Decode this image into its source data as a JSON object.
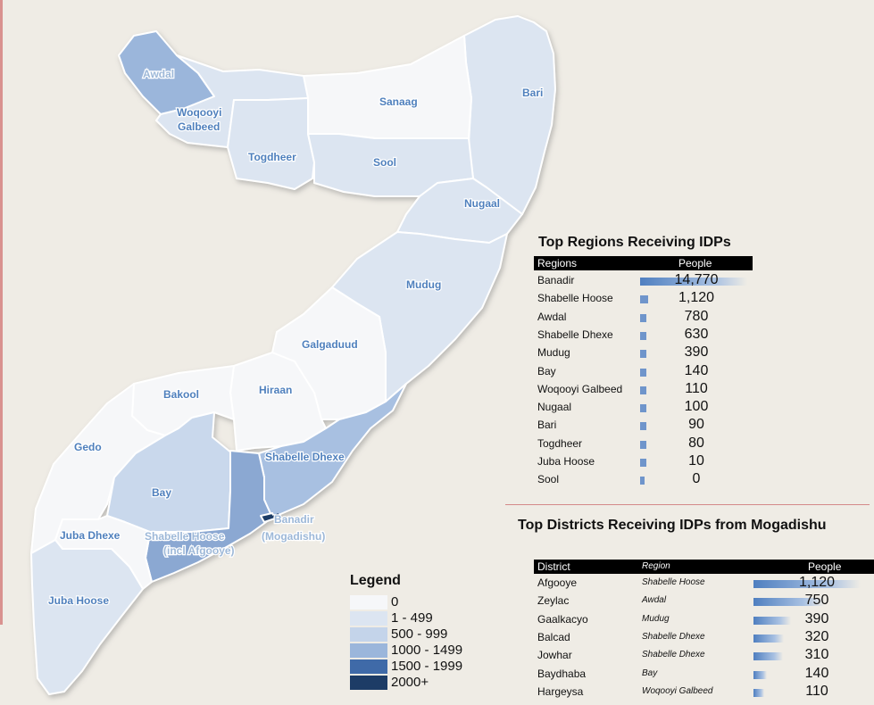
{
  "colors": {
    "c0": "#f6f7f9",
    "c1": "#dce5f1",
    "c2": "#c4d4ea",
    "c3": "#9bb6db",
    "c4": "#3f6aa8",
    "c5": "#1d3c66",
    "bay_fill": "#c9d8ec",
    "shabelle_hoose_fill": "#8ba8d2",
    "shabelle_dhexe_fill": "#a8c0e1"
  },
  "map": {
    "labels": {
      "awdal": "Awdal",
      "woqooyi_1": "Woqooyi",
      "woqooyi_2": "Galbeed",
      "togdheer": "Togdheer",
      "sanaag": "Sanaag",
      "sool": "Sool",
      "bari": "Bari",
      "nugaal": "Nugaal",
      "mudug": "Mudug",
      "galgaduud": "Galgaduud",
      "bakool": "Bakool",
      "hiraan": "Hiraan",
      "gedo": "Gedo",
      "bay": "Bay",
      "shabelle_dhexe": "Shabelle Dhexe",
      "shabelle_hoose_1": "Shabelle Hoose",
      "shabelle_hoose_2": "(incl Afgooye)",
      "banadir_1": "Banadir",
      "banadir_2": "(Mogadishu)",
      "juba_dhexe": "Juba Dhexe",
      "juba_hoose": "Juba Hoose"
    }
  },
  "regions_table": {
    "title": "Top Regions Receiving IDPs",
    "header_name": "Regions",
    "header_value": "People",
    "rows": [
      {
        "name": "Banadir",
        "value": "14,770",
        "n": 14770
      },
      {
        "name": "Shabelle Hoose",
        "value": "1,120",
        "n": 1120
      },
      {
        "name": "Awdal",
        "value": "780",
        "n": 780
      },
      {
        "name": "Shabelle Dhexe",
        "value": "630",
        "n": 630
      },
      {
        "name": "Mudug",
        "value": "390",
        "n": 390
      },
      {
        "name": "Bay",
        "value": "140",
        "n": 140
      },
      {
        "name": "Woqooyi Galbeed",
        "value": "110",
        "n": 110
      },
      {
        "name": "Nugaal",
        "value": "100",
        "n": 100
      },
      {
        "name": "Bari",
        "value": "90",
        "n": 90
      },
      {
        "name": "Togdheer",
        "value": "80",
        "n": 80
      },
      {
        "name": "Juba Hoose",
        "value": "10",
        "n": 10
      },
      {
        "name": "Sool",
        "value": "0",
        "n": 0
      }
    ]
  },
  "districts_table": {
    "title": "Top Districts Receiving IDPs from Mogadishu",
    "header_district": "District",
    "header_region": "Region",
    "header_value": "People",
    "rows": [
      {
        "district": "Afgooye",
        "region": "Shabelle Hoose",
        "value": "1,120",
        "n": 1120
      },
      {
        "district": "Zeylac",
        "region": "Awdal",
        "value": "750",
        "n": 750
      },
      {
        "district": "Gaalkacyo",
        "region": "Mudug",
        "value": "390",
        "n": 390
      },
      {
        "district": "Balcad",
        "region": "Shabelle Dhexe",
        "value": "320",
        "n": 320
      },
      {
        "district": "Jowhar",
        "region": "Shabelle Dhexe",
        "value": "310",
        "n": 310
      },
      {
        "district": "Baydhaba",
        "region": "Bay",
        "value": "140",
        "n": 140
      },
      {
        "district": "Hargeysa",
        "region": "Woqooyi Galbeed",
        "value": "110",
        "n": 110
      }
    ]
  },
  "legend": {
    "title": "Legend",
    "items": [
      {
        "label": "0",
        "color": "#f6f7f9"
      },
      {
        "label": "1 - 499",
        "color": "#dce5f1"
      },
      {
        "label": "500 - 999",
        "color": "#c4d4ea"
      },
      {
        "label": "1000 - 1499",
        "color": "#9bb6db"
      },
      {
        "label": "1500 - 1999",
        "color": "#3f6aa8"
      },
      {
        "label": "2000+",
        "color": "#1d3c66"
      }
    ]
  }
}
